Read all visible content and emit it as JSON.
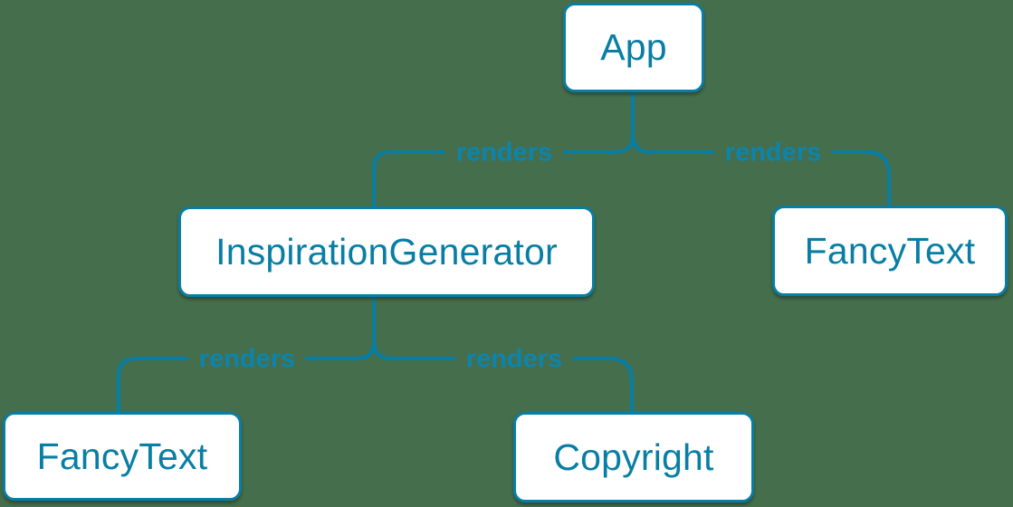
{
  "colors": {
    "background": "#456e4d",
    "accent": "#087ea4",
    "node_fill": "#ffffff"
  },
  "diagram": {
    "type": "component-render-tree",
    "nodes": [
      {
        "id": "app",
        "label": "App"
      },
      {
        "id": "inspiration-generator",
        "label": "InspirationGenerator"
      },
      {
        "id": "fancy-text-top",
        "label": "FancyText"
      },
      {
        "id": "fancy-text-bottom",
        "label": "FancyText"
      },
      {
        "id": "copyright",
        "label": "Copyright"
      }
    ],
    "edges": [
      {
        "from": "App",
        "to": "InspirationGenerator",
        "label": "renders"
      },
      {
        "from": "App",
        "to": "FancyText",
        "label": "renders"
      },
      {
        "from": "InspirationGenerator",
        "to": "FancyText",
        "label": "renders"
      },
      {
        "from": "InspirationGenerator",
        "to": "Copyright",
        "label": "renders"
      }
    ]
  }
}
